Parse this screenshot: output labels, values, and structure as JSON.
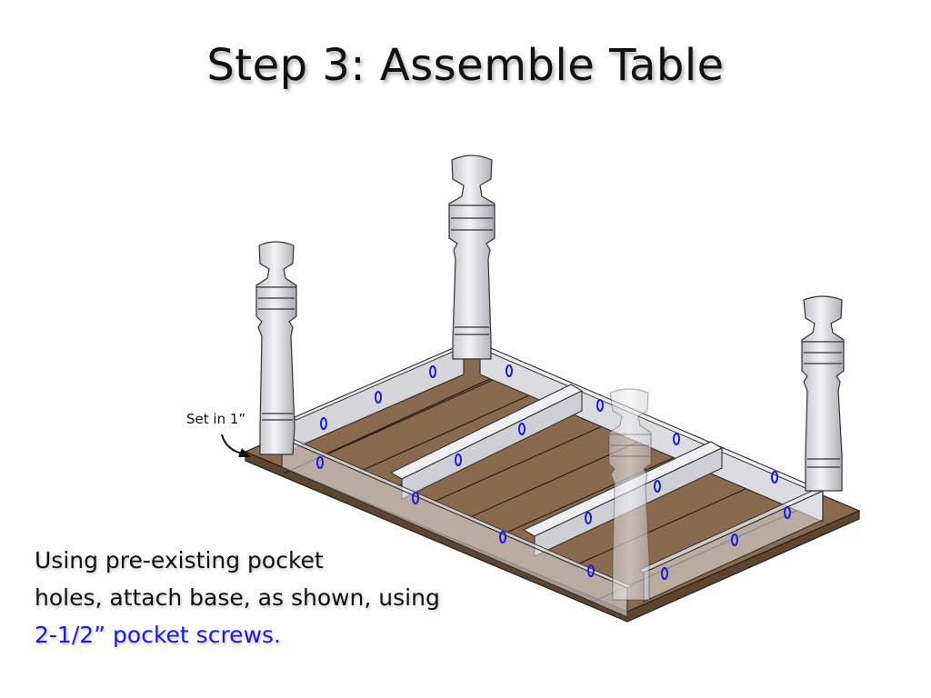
{
  "title": "Step 3: Assemble Table",
  "callout": "Set in 1”",
  "instructions": {
    "line1": "Using pre-existing pocket",
    "line2": "holes, attach base, as shown, using",
    "line3": "2-1/2” pocket screws."
  },
  "colors": {
    "tabletop": "#8a6a4f",
    "plank_line": "#2b1f15",
    "apron": "#d9d9dd",
    "leg": "#e4e4e8",
    "pocket_hole": "#1a1ae6",
    "accent_text": "#1a1ae6"
  }
}
